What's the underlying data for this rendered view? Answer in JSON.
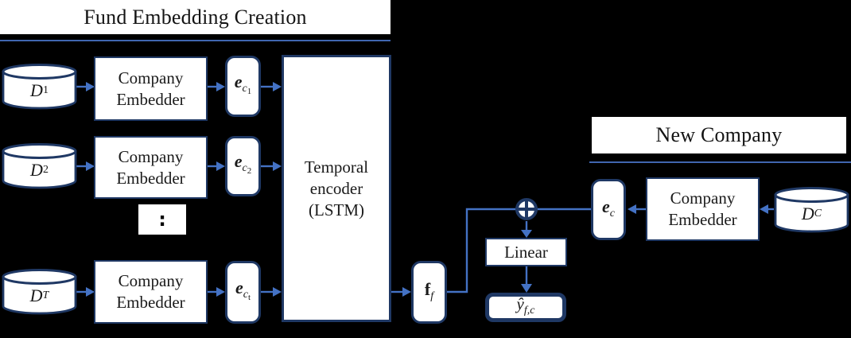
{
  "titles": {
    "left_section": "Fund Embedding Creation",
    "right_section": "New Company"
  },
  "nodes": {
    "company_embedder": {
      "line1": "Company",
      "line2": "Embedder"
    },
    "temporal_encoder": {
      "line1": "Temporal",
      "line2": "encoder",
      "line3": "(LSTM)"
    },
    "linear": {
      "label": "Linear"
    },
    "d1": {
      "main": "D",
      "sub": "1"
    },
    "d2": {
      "main": "D",
      "sub": "2"
    },
    "dt": {
      "main": "D",
      "sub": "T"
    },
    "dc": {
      "main": "D",
      "sub": "C"
    },
    "e1": {
      "main": "e",
      "sub": "c",
      "subsub": "1"
    },
    "e2": {
      "main": "e",
      "sub": "c",
      "subsub": "2"
    },
    "et": {
      "main": "e",
      "sub": "c",
      "subsub": "t"
    },
    "ec": {
      "main": "e",
      "sub": "c"
    },
    "ff": {
      "main": "f",
      "sub": "f"
    },
    "yhat": {
      "main": "ŷ",
      "sub": "f,c"
    },
    "ellipsis": {
      "label": ":"
    }
  },
  "icons": {
    "sum_icon": "circled-plus",
    "database_icon": "cylinder"
  },
  "colors": {
    "background": "#000000",
    "box_border_navy": "#1f3864",
    "arrow_blue": "#4472c4",
    "box_fill": "#ffffff",
    "text": "#1a1a1a"
  }
}
